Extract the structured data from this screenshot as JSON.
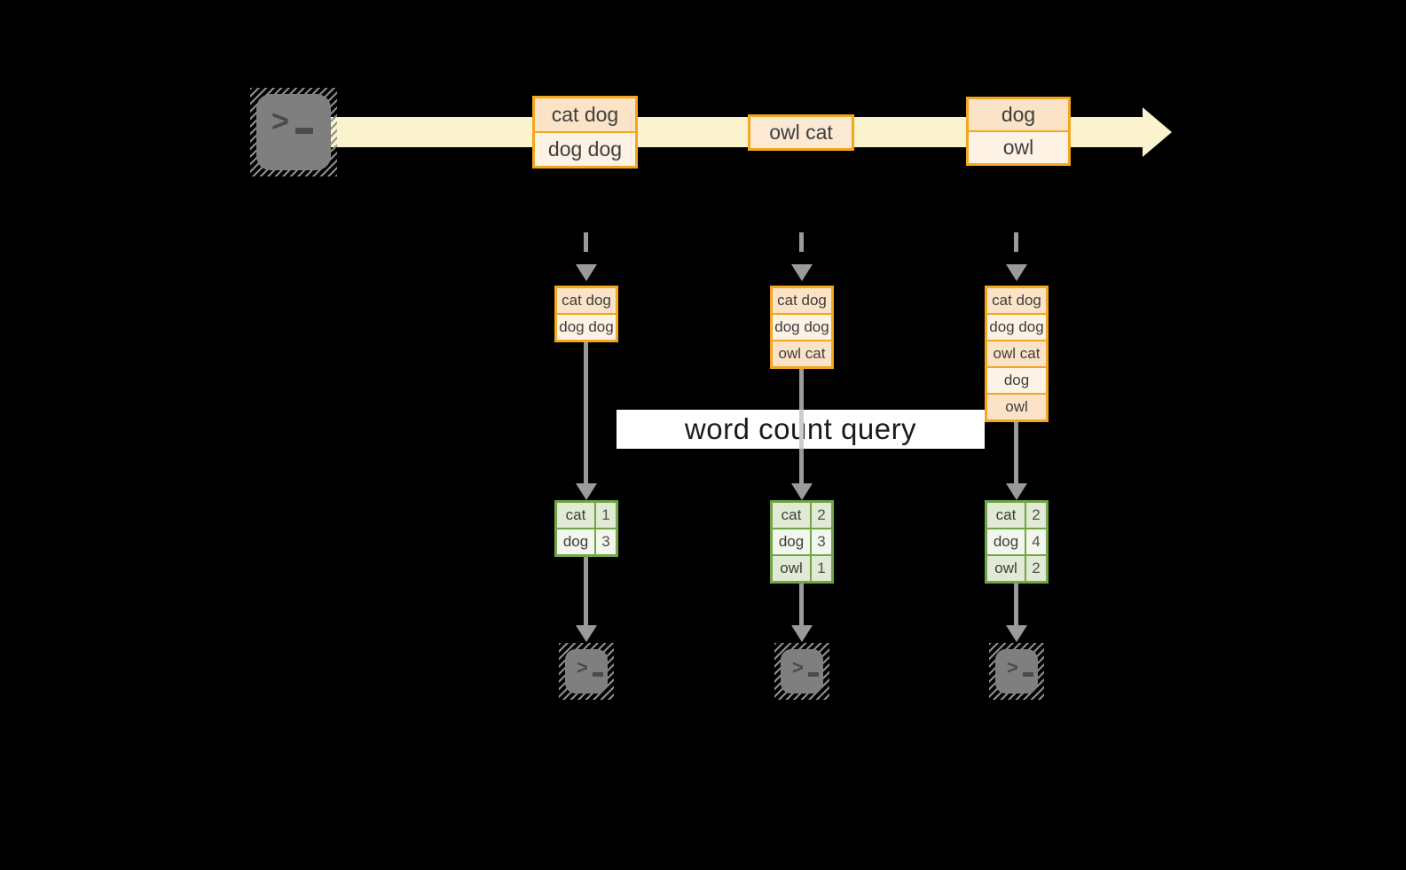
{
  "banner": {
    "label": "word count query"
  },
  "icons": {
    "prompt_char": ">",
    "terminal": "terminal-prompt-icon"
  },
  "stream": {
    "message1": {
      "row1": "cat dog",
      "row2": "dog dog"
    },
    "message2": {
      "row1": "owl cat"
    },
    "message3": {
      "row1": "dog",
      "row2": "owl"
    }
  },
  "workers": [
    {
      "buffer": [
        "cat dog",
        "dog dog"
      ],
      "counts": [
        [
          "cat",
          "1"
        ],
        [
          "dog",
          "3"
        ]
      ]
    },
    {
      "buffer": [
        "cat dog",
        "dog dog",
        "owl cat"
      ],
      "counts": [
        [
          "cat",
          "2"
        ],
        [
          "dog",
          "3"
        ],
        [
          "owl",
          "1"
        ]
      ]
    },
    {
      "buffer": [
        "cat dog",
        "dog dog",
        "owl cat",
        "dog",
        "owl"
      ],
      "counts": [
        [
          "cat",
          "2"
        ],
        [
          "dog",
          "4"
        ],
        [
          "owl",
          "2"
        ]
      ]
    }
  ],
  "colors": {
    "background": "#000000",
    "stream_band": "#fbf2ce",
    "box_border_orange": "#f2a71e",
    "box_fill_peach_dark": "#fae3c6",
    "box_fill_peach_light": "#fdf2e3",
    "table_border_green": "#70a646",
    "table_fill_green_dark": "#e0ead4",
    "table_fill_green_light": "#f2f6ec",
    "arrow_gray": "#9a9a9a",
    "terminal_gray": "#7f7f7f",
    "banner_bg": "#ffffff"
  }
}
